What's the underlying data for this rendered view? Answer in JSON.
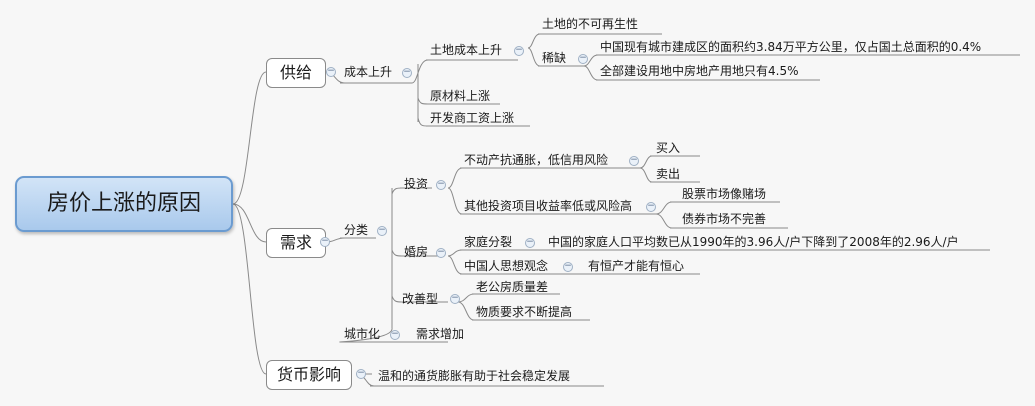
{
  "root": {
    "label": "房价上涨的原因"
  },
  "l1": {
    "supply": "供给",
    "demand": "需求",
    "money": "货币影响"
  },
  "supply": {
    "cost": "成本上升",
    "land": "土地成本上升",
    "nonrenew": "土地的不可再生性",
    "scarce": "稀缺",
    "scarce1": "中国现有城市建成区的面积约3.84万平方公里，仅占国土总面积的0.4%",
    "scarce2": "全部建设用地中房地产用地只有4.5%",
    "material": "原材料上涨",
    "wage": "开发商工资上涨"
  },
  "demand": {
    "classify": "分类",
    "invest": "投资",
    "inflation": "不动产抗通胀，低信用风险",
    "buy": "买入",
    "sell": "卖出",
    "other": "其他投资项目收益率低或风险高",
    "stock": "股票市场像赌场",
    "bond": "债券市场不完善",
    "marriage": "婚房",
    "family": "家庭分裂",
    "family_detail": "中国的家庭人口平均数已从1990年的3.96人/户下降到了2008年的2.96人/户",
    "thinking": "中国人思想观念",
    "thinking_detail": "有恒产才能有恒心",
    "improve": "改善型",
    "oldhouse": "老公房质量差",
    "material_req": "物质要求不断提高",
    "urban": "城市化",
    "urban_detail": "需求增加"
  },
  "money": {
    "detail": "温和的通货膨胀有助于社会稳定发展"
  },
  "colors": {
    "line": "#8a8a8a",
    "root_border": "#6b9bd0",
    "root_fill": "#bcd6f2",
    "collapse_fill": "#eaf1f9"
  }
}
